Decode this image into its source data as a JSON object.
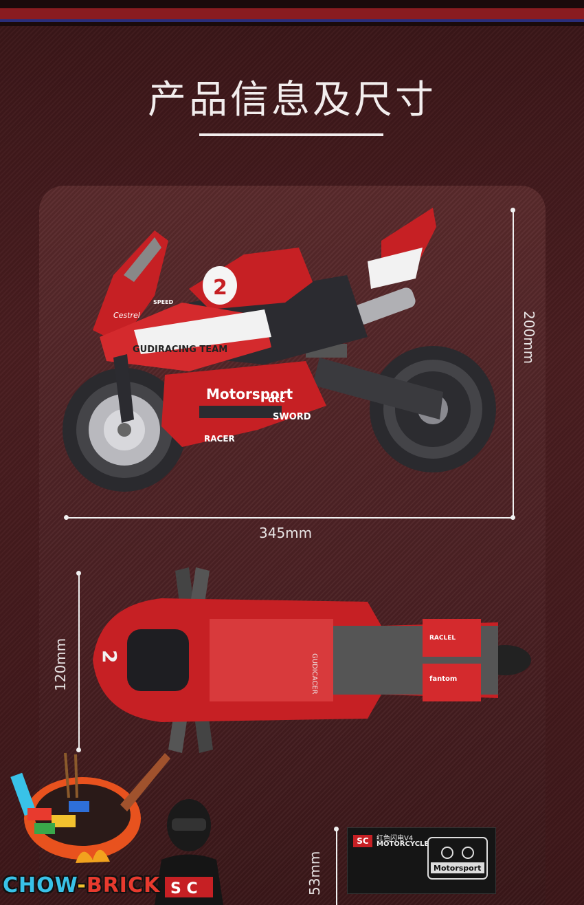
{
  "title": "产品信息及尺寸",
  "dimensions": {
    "side_height": "200mm",
    "side_length": "345mm",
    "top_width": "120mm",
    "plaque_height": "53mm"
  },
  "bike_side": {
    "decals": {
      "number": "2",
      "team": "GUDIRACING TEAM",
      "motorsport": "Motorsport",
      "dtc": "dtc",
      "sword": "SWORD",
      "racer": "RACER",
      "speed": "SPEED",
      "cestrel": "Cestrel"
    }
  },
  "bike_top": {
    "decals": {
      "number": "2",
      "gudicacer": "GUDICACER",
      "fantom": "fantom",
      "raclel": "RACLEL"
    }
  },
  "plaque": {
    "sc": "SC",
    "line1": "红色闪电V4",
    "line2": "MOTORCYCLE",
    "logo_text": "Motorsport"
  },
  "rider": {
    "badge": "S C"
  },
  "watermark": {
    "part1": "CHOW",
    "dash": "-",
    "part2": "BRICK"
  },
  "colors": {
    "accent_red": "#c62024",
    "background": "#4a1d20",
    "dim_line": "#f0f0f0"
  }
}
